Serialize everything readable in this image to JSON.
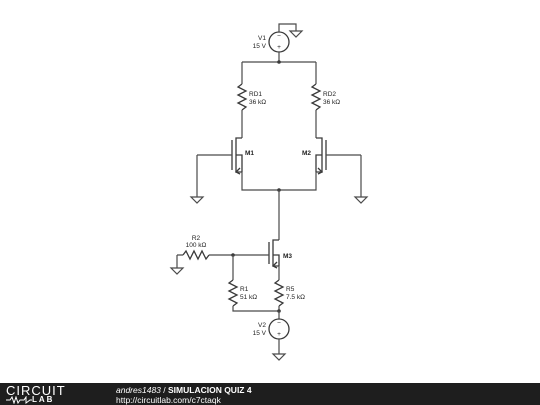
{
  "components": {
    "v1": {
      "name": "V1",
      "value": "15 V"
    },
    "v2": {
      "name": "V2",
      "value": "15 V"
    },
    "rd1": {
      "name": "RD1",
      "value": "36 kΩ"
    },
    "rd2": {
      "name": "RD2",
      "value": "36 kΩ"
    },
    "m1": {
      "name": "M1"
    },
    "m2": {
      "name": "M2"
    },
    "m3": {
      "name": "M3"
    },
    "r2": {
      "name": "R2",
      "value": "100 kΩ"
    },
    "r1": {
      "name": "R1",
      "value": "51 kΩ"
    },
    "r5": {
      "name": "R5",
      "value": "7.5 kΩ"
    },
    "v1_plus": "+",
    "v1_minus": "−",
    "v2_plus": "+",
    "v2_minus": "−"
  },
  "footer": {
    "logo_top": "CIRCUIT",
    "logo_bottom": "LAB",
    "author": "andres1483",
    "separator": " / ",
    "title": "SIMULACION QUIZ 4",
    "url": "http://circuitlab.com/c7ctaqk"
  },
  "colors": {
    "footer_bg": "#1e1e1e",
    "wire": "#4a4a4a",
    "source_fill": "#ffffff"
  }
}
